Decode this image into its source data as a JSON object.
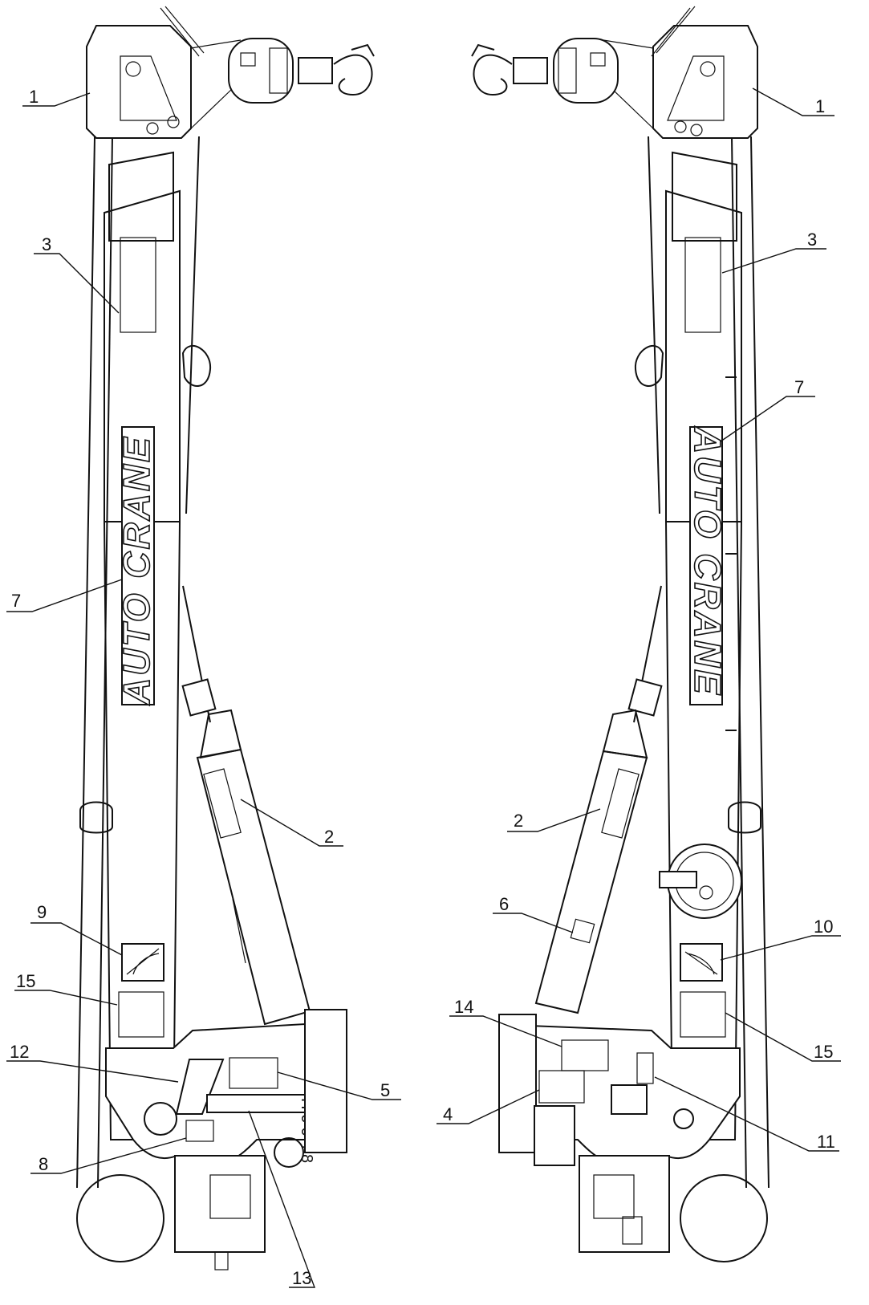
{
  "brand_text": "AUTO CRANE",
  "selector_text": "H 6 0 4 8",
  "callouts": {
    "left": {
      "c1": "1",
      "c3": "3",
      "c7": "7",
      "c2": "2",
      "c9": "9",
      "c15": "15",
      "c12": "12",
      "c5": "5",
      "c8": "8",
      "c13": "13"
    },
    "right": {
      "c1": "1",
      "c3": "3",
      "c7": "7",
      "c2": "2",
      "c6": "6",
      "c10": "10",
      "c14": "14",
      "c15": "15",
      "c4": "4",
      "c11": "11"
    }
  }
}
